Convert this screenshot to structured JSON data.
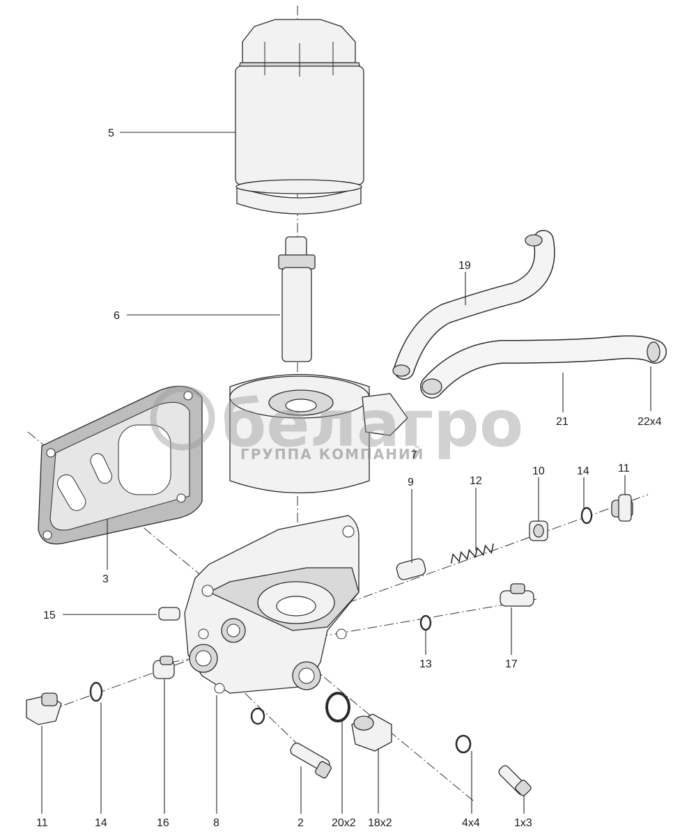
{
  "diagram": {
    "callouts": {
      "p1": "1x3",
      "p2": "2",
      "p3": "3",
      "p4": "4x4",
      "p5": "5",
      "p6": "6",
      "p7": "7",
      "p8": "8",
      "p9": "9",
      "p10": "10",
      "p11a": "11",
      "p11b": "11",
      "p12": "12",
      "p13": "13",
      "p14a": "14",
      "p14b": "14",
      "p15": "15",
      "p16": "16",
      "p17": "17",
      "p18": "18x2",
      "p19": "19",
      "p20": "20x2",
      "p21": "21",
      "p22": "22x4"
    },
    "watermark": {
      "brand": "белагро",
      "tagline": "ГРУППА КОМПАНИЙ"
    },
    "colors": {
      "line": "#2a2a2a",
      "part_fill": "#f2f2f2",
      "watermark": "#9a9a9a"
    }
  }
}
